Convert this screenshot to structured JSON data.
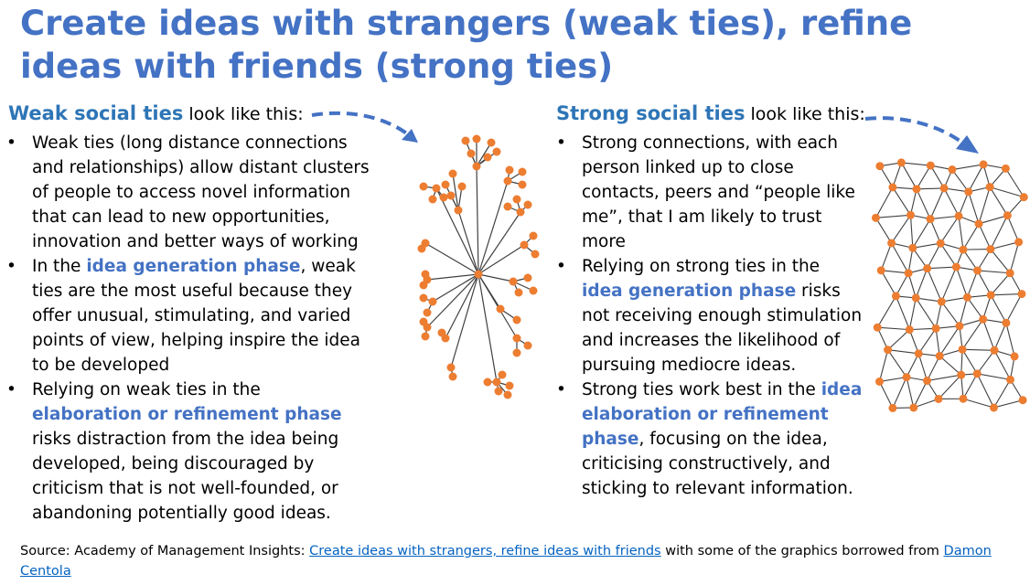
{
  "title": "Create ideas with strangers (weak ties), refine ideas with friends (strong ties)",
  "weak": {
    "heading_highlight": "Weak social ties",
    "heading_rest": " look like this:",
    "bullets": [
      [
        {
          "t": "Weak ties (long distance connections and relationships) allow distant clusters of people to access novel information that can lead to new opportunities, innovation and better ways of working"
        }
      ],
      [
        {
          "t": "In the "
        },
        {
          "t": "idea generation phase",
          "em": true
        },
        {
          "t": ", weak ties are the most useful because they offer unusual, stimulating, and varied points of view, helping inspire the idea to be developed"
        }
      ],
      [
        {
          "t": "Relying on weak ties in the "
        },
        {
          "t": "elaboration or refinement phase",
          "em": true
        },
        {
          "t": " risks distraction from the idea being developed, being discouraged by criticism that is not well-founded, or abandoning potentially good ideas."
        }
      ]
    ]
  },
  "strong": {
    "heading_highlight": "Strong social ties",
    "heading_rest": " look like this:",
    "bullets": [
      [
        {
          "t": "Strong connections, with each person linked up to close contacts, peers and “people like me”, that I am likely to trust more"
        }
      ],
      [
        {
          "t": "Relying on strong ties in the "
        },
        {
          "t": "idea generation phase",
          "em": true
        },
        {
          "t": " risks not receiving enough stimulation and increases the likelihood of pursuing mediocre ideas."
        }
      ],
      [
        {
          "t": "Strong ties work best in the  "
        },
        {
          "t": "idea elaboration or refinement phase",
          "em": true
        },
        {
          "t": ", focusing on the idea, criticising constructively, and sticking to relevant information."
        }
      ]
    ]
  },
  "source": {
    "prefix": "Source: Academy of Management Insights: ",
    "link1": "Create ideas with strangers, refine ideas with friends",
    "middle": " with some of the graphics borrowed from ",
    "link2": "Damon Centola"
  },
  "colors": {
    "title": "#4472c4",
    "heading": "#2e75b6",
    "emphasis": "#4472c4",
    "arrow": "#4472c4",
    "node": "#ed7d31",
    "edge": "#404040",
    "link": "#0563c1"
  },
  "icons": {
    "weak_graph": "star-network-diagram",
    "strong_graph": "mesh-network-diagram",
    "arrows": "dashed-curved-arrow"
  }
}
